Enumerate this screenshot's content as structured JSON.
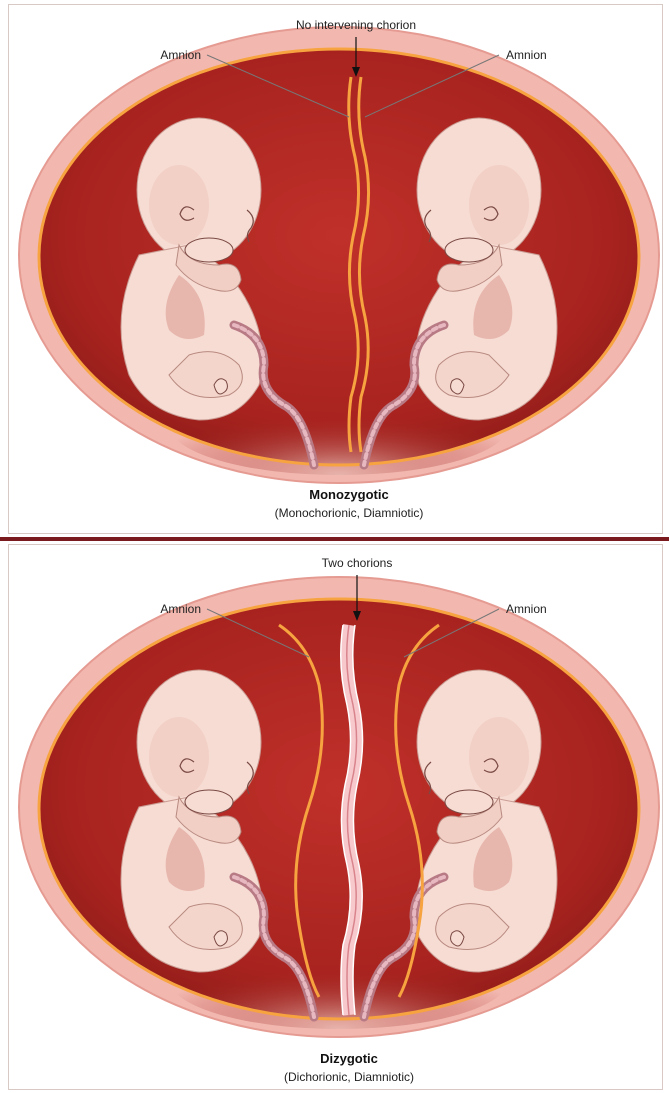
{
  "top_panel": {
    "top_label": "No intervening chorion",
    "left_label": "Amnion",
    "right_label": "Amnion",
    "caption_title": "Monozygotic",
    "caption_subtitle": "(Monochorionic, Diamniotic)"
  },
  "bottom_panel": {
    "top_label": "Two chorions",
    "left_label": "Amnion",
    "right_label": "Amnion",
    "caption_title": "Dizygotic",
    "caption_subtitle": "(Dichorionic, Diamniotic)"
  },
  "colors": {
    "uterine_wall": "#f2b8b0",
    "cavity": "#a8231f",
    "amnion_line": "#f6a340",
    "chorion": "#f7c9cc",
    "fetus_skin": "#f7dcd3",
    "fetus_shadow": "#e8b8ad",
    "divider": "#7a1a1e"
  }
}
